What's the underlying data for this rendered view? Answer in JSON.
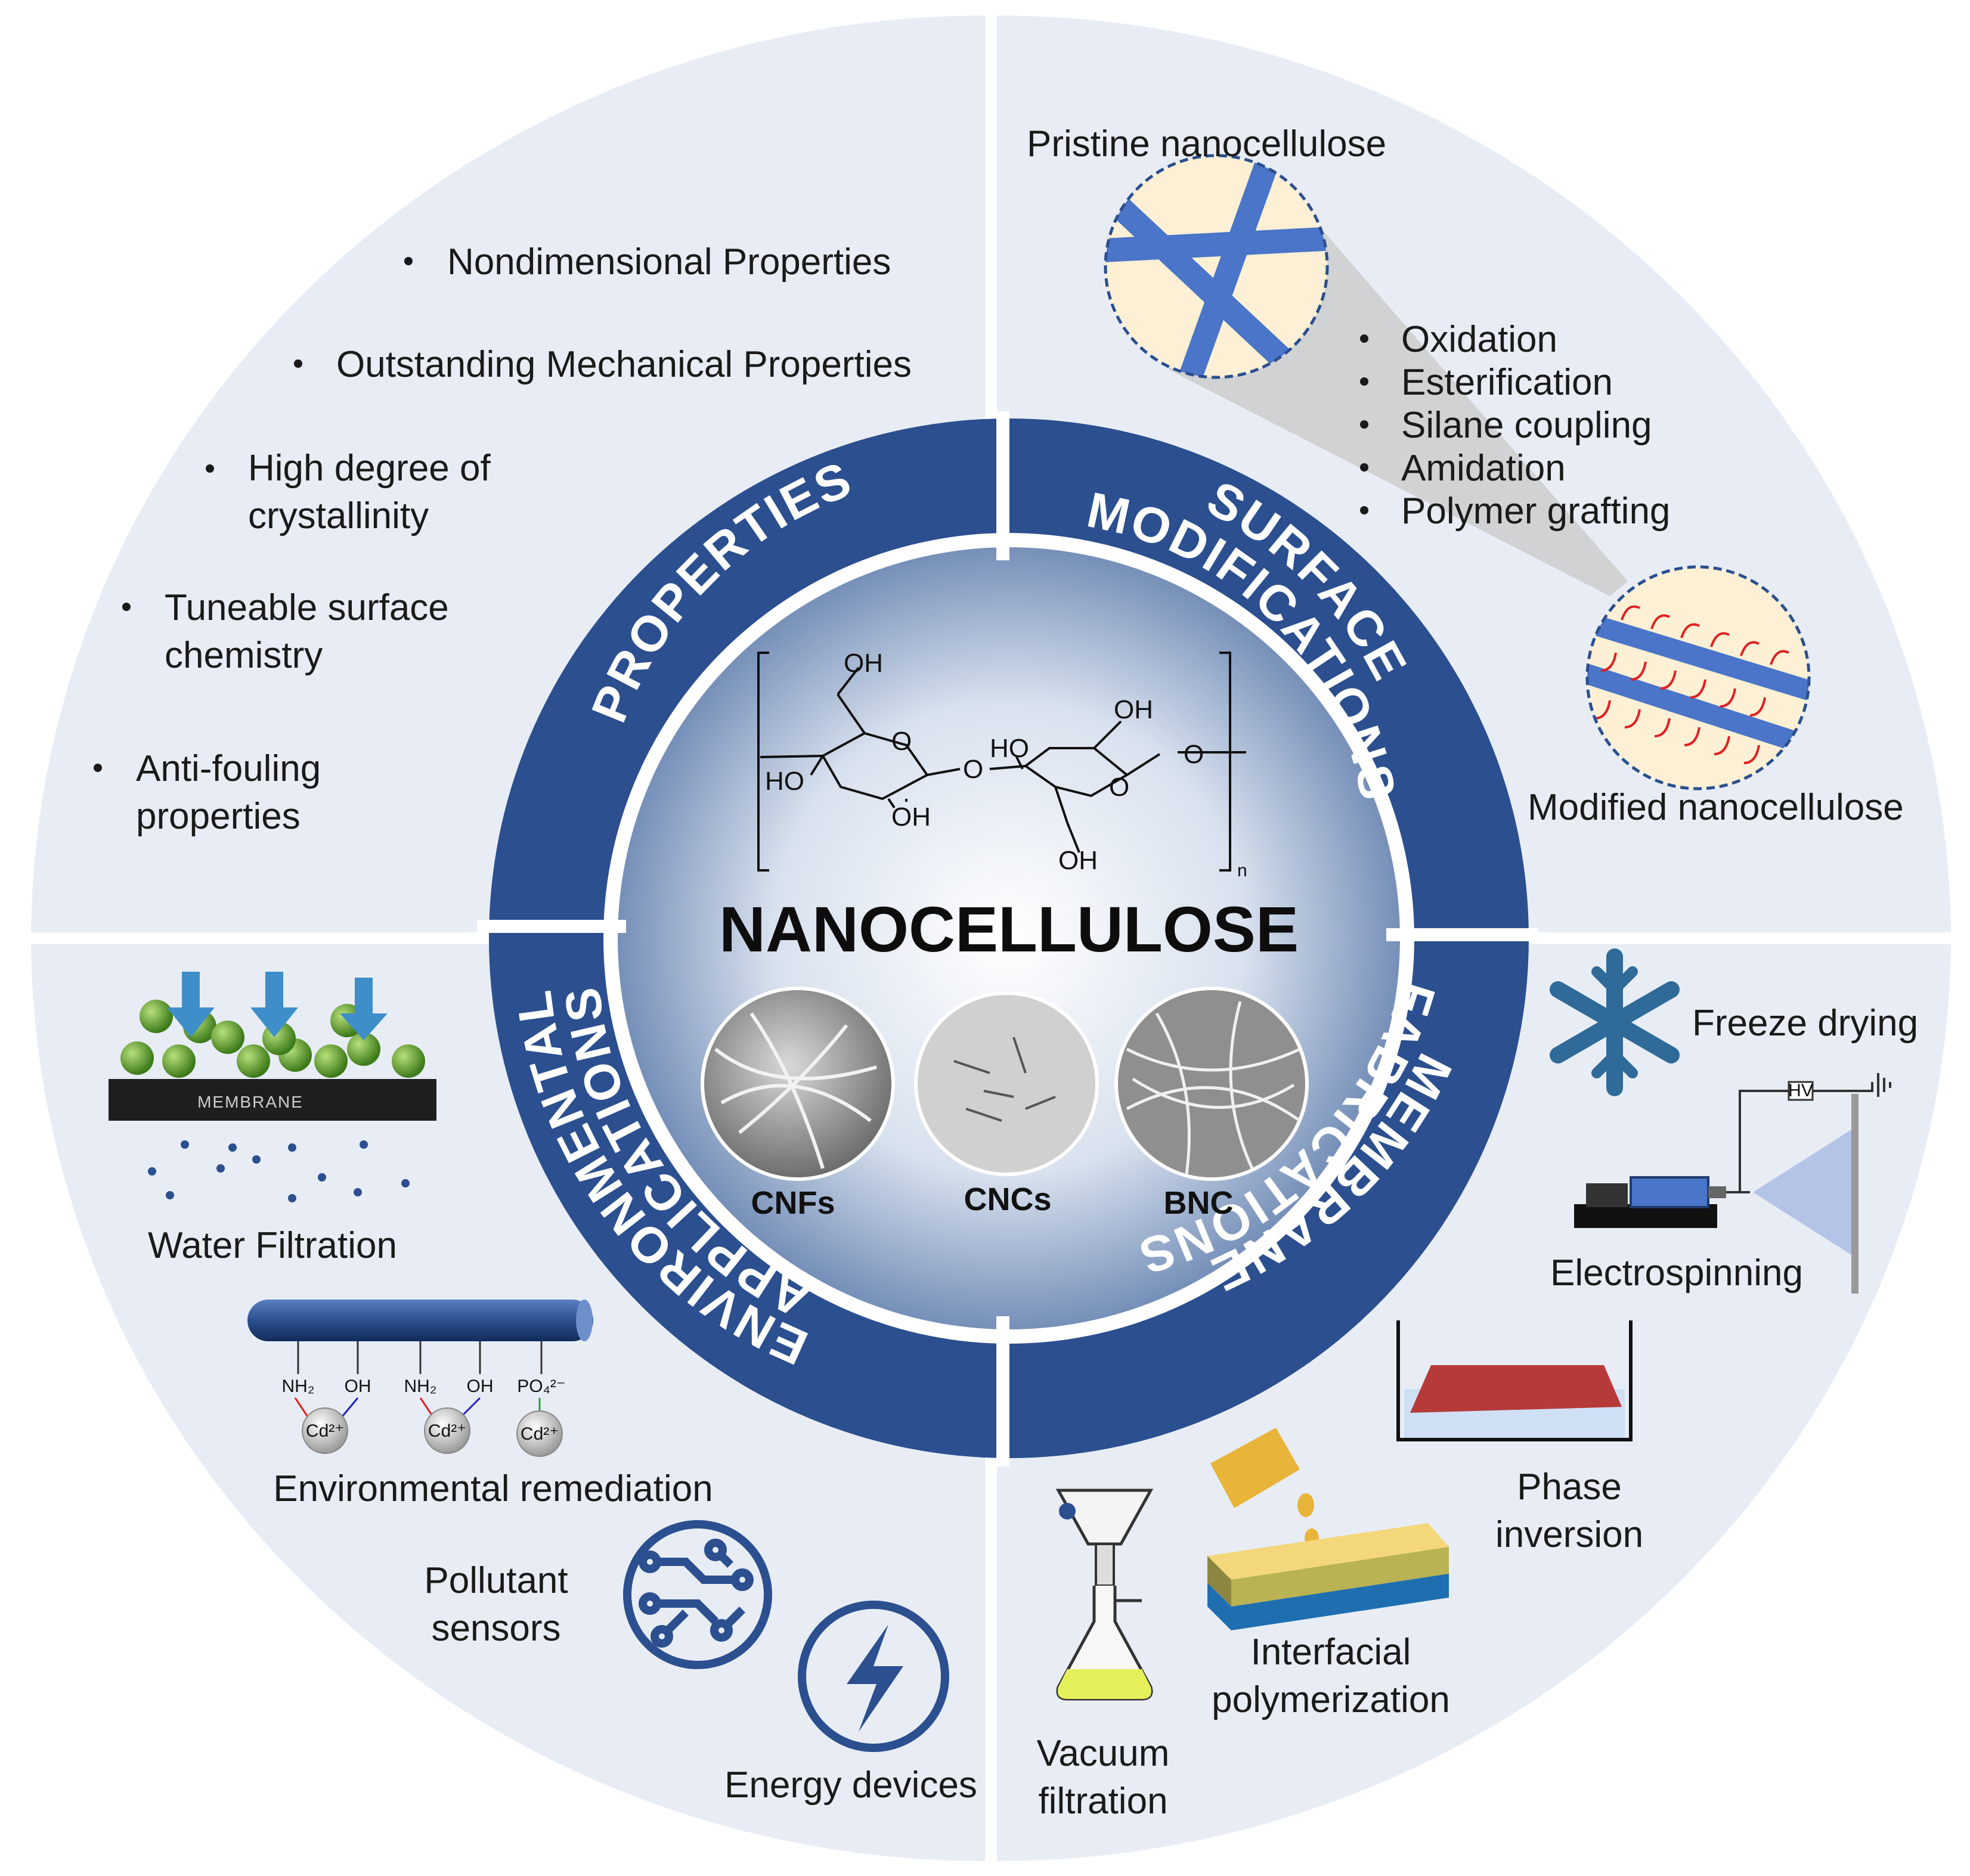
{
  "center": {
    "title": "NANOCELLULOSE",
    "sem_labels": [
      "CNFs",
      "CNCs",
      "BNC"
    ],
    "structure_labels": {
      "oh_top": "OH",
      "ho_left": "HO",
      "oh_bottom_left": "OH",
      "bridge_o": "O",
      "ring_o_left": "O",
      "ho_right": "HO",
      "oh_right_top": "OH",
      "ring_o_right": "O",
      "end_o": "O",
      "oh_bottom_right": "OH",
      "subscript_n": "n"
    }
  },
  "ring": {
    "properties": "PROPERTIES",
    "surface_line1": "SURFACE",
    "surface_line2": "MODIFICATIONS",
    "membrane_line1": "MEMBRANE",
    "membrane_line2": "FABRICATIONS",
    "env_line1": "ENVIRONMENTAL",
    "env_line2": "APPLICATIONS"
  },
  "properties": {
    "items": [
      [
        "Nondimensional Properties"
      ],
      [
        "Outstanding Mechanical Properties"
      ],
      [
        "High degree of",
        "crystallinity"
      ],
      [
        "Tuneable surface",
        "chemistry"
      ],
      [
        "Anti-fouling",
        "properties"
      ]
    ]
  },
  "surface": {
    "pristine_label": "Pristine nanocellulose",
    "modified_label": "Modified nanocellulose",
    "methods": [
      "Oxidation",
      "Esterification",
      "Silane coupling",
      "Amidation",
      "Polymer grafting"
    ]
  },
  "fabrication": {
    "freeze": "Freeze drying",
    "electro": "Electrospinning",
    "phase_line1": "Phase",
    "phase_line2": "inversion",
    "interfacial_line1": "Interfacial",
    "interfacial_line2": "polymerization",
    "vacuum_line1": "Vacuum",
    "vacuum_line2": "filtration",
    "hv_label": "HV"
  },
  "environmental": {
    "water": "Water Filtration",
    "membrane_word": "MEMBRANE",
    "remediation": "Environmental remediation",
    "sensors_line1": "Pollutant",
    "sensors_line2": "sensors",
    "energy": "Energy devices",
    "groups": [
      "NH₂",
      "OH",
      "NH₂",
      "OH",
      "PO₄²⁻"
    ],
    "ions": [
      "Cd²⁺",
      "Cd²⁺",
      "Cd²⁺"
    ]
  },
  "colors": {
    "quadrant_fill": "#e8edf5",
    "ring_blue": "#2b4f8f",
    "accent_blue": "#4472c4",
    "fiber_blue": "#4a75c8",
    "graft_red": "#e02020",
    "cream": "#fdf0d5"
  }
}
